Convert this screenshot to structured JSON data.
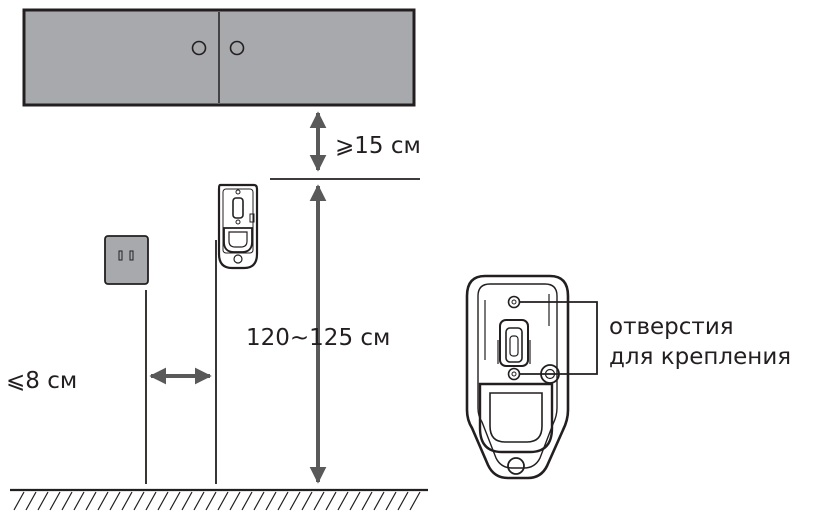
{
  "labels": {
    "cabinet_clearance": "⩾15 см",
    "mount_height": "120~125 см",
    "socket_distance": "⩽8 см",
    "holes_line1": "отверстия",
    "holes_line2": "для крепления"
  },
  "colors": {
    "cabinet_fill": "#a7a9ac",
    "line": "#231f20",
    "socket_fill": "#a7a9ac",
    "background": "#ffffff"
  }
}
